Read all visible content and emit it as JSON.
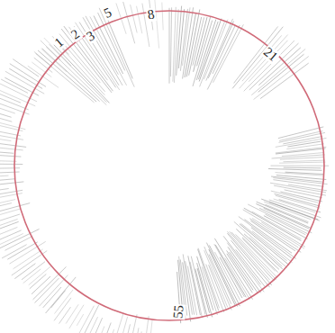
{
  "diagram": {
    "labels": [
      "1",
      "2",
      "3",
      "5",
      "8",
      "21",
      "55"
    ]
  }
}
